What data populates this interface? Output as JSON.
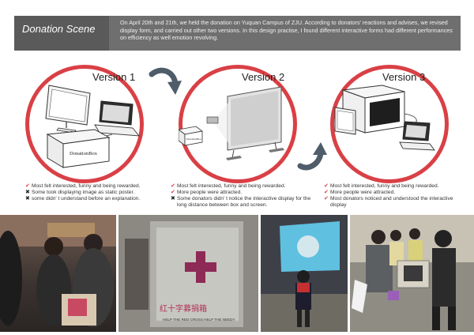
{
  "header": {
    "title": "Donation Scene",
    "text": "On April 20th and 21th, we held the donation on Yuquan Campus of ZJU. According to donators' reactions and advises, we revised display form, and carried out other two versions. In this design practise, I found different interactive forms had different performances on efficiency as well emotion revolving."
  },
  "versions": [
    {
      "label": "Version 1",
      "box_label": "DonationBox",
      "bullets": [
        {
          "mark": "check",
          "text": "Most felt interested, funny and being rewarded."
        },
        {
          "mark": "cross",
          "text": "Some took displaying image as static poster."
        },
        {
          "mark": "cross",
          "text": "some didn' t understand before an explanation."
        }
      ]
    },
    {
      "label": "Version 2",
      "box_label": "DonationBox",
      "bullets": [
        {
          "mark": "check",
          "text": "Most felt interested, funny and being rewarded."
        },
        {
          "mark": "check",
          "text": "More people were attracted."
        },
        {
          "mark": "cross",
          "text": "Some donators didn' t notice the interactive display for the long distance between box and screen."
        }
      ]
    },
    {
      "label": "Version 3",
      "bullets": [
        {
          "mark": "check",
          "text": "Most felt interested, funny and being rewarded."
        },
        {
          "mark": "check",
          "text": "More people were attracted."
        },
        {
          "mark": "check",
          "text": "Most donators noticed and understood the interactive display"
        }
      ]
    }
  ],
  "photos": {
    "p2_sign": "红十字募捐箱",
    "p2_sign_en": "HELP THE RED CROSS HELP THE NEEDY"
  },
  "colors": {
    "accent": "#d94045",
    "header_bg": "#6f6f6f",
    "arrow": "#4f5d6a"
  },
  "icons": {
    "check": "✔",
    "cross": "✖"
  }
}
